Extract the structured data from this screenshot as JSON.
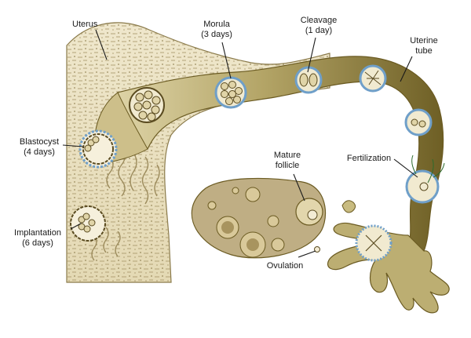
{
  "labels": {
    "uterus": "Uterus",
    "morula_1": "Morula",
    "morula_2": "(3 days)",
    "cleavage_1": "Cleavage",
    "cleavage_2": "(1 day)",
    "uterine_tube_1": "Uterine",
    "uterine_tube_2": "tube",
    "blastocyst_1": "Blastocyst",
    "blastocyst_2": "(4 days)",
    "mature_follicle_1": "Mature",
    "mature_follicle_2": "follicle",
    "fertilization": "Fertilization",
    "implantation_1": "Implantation",
    "implantation_2": "(6 days)",
    "ovulation": "Ovulation"
  },
  "colors": {
    "tube_dark": "#7a6a2c",
    "tube_light": "#cfc493",
    "tissue": "#ece3c6",
    "tissue_stroke": "#8a7a4a",
    "zona_blue": "#6f9fc9",
    "cell_fill": "#f1ead0",
    "cell_stroke": "#5a4b20",
    "ovary": "#bfae84"
  }
}
